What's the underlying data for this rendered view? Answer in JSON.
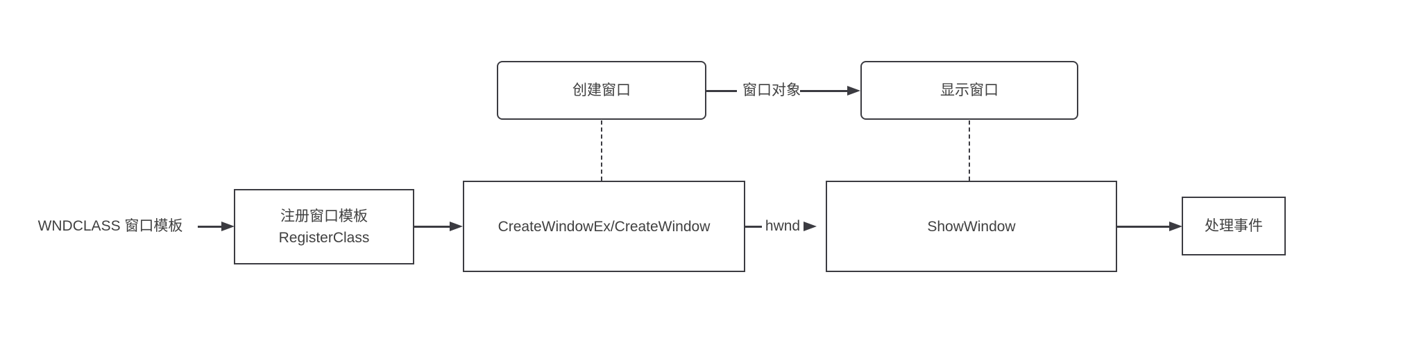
{
  "diagram": {
    "background_color": "#ffffff",
    "line_color": "#3b3b41",
    "text_color": "#404040",
    "top_row": {
      "create_window_box": {
        "label": "创建窗口"
      },
      "connector_label": "窗口对象",
      "show_window_box": {
        "label": "显示窗口"
      }
    },
    "bottom_row": {
      "wndclass_label": "WNDCLASS 窗口模板",
      "register_box": {
        "line1": "注册窗口模板",
        "line2": "RegisterClass"
      },
      "create_window_ex_box": {
        "label": "CreateWindowEx/CreateWindow"
      },
      "hwnd_label": "hwnd",
      "show_window_box": {
        "label": "ShowWindow"
      },
      "handle_events_box": {
        "label": "处理事件"
      }
    }
  }
}
